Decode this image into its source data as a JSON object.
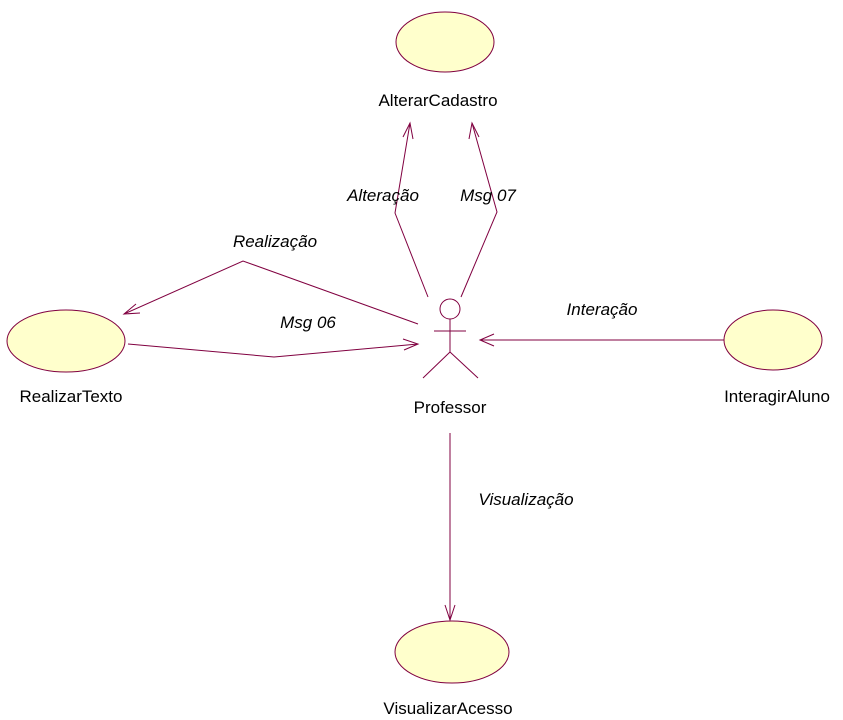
{
  "diagram": {
    "colors": {
      "line": "#800040",
      "usecase_fill": "#ffffcc",
      "text": "#000000",
      "background": "#ffffff"
    },
    "actor": {
      "name": "Professor",
      "icon": "stick-figure-icon"
    },
    "use_cases": {
      "alterar_cadastro": "AlterarCadastro",
      "realizar_texto": "RealizarTexto",
      "interagir_aluno": "InteragirAluno",
      "visualizar_acesso": "VisualizarAcesso"
    },
    "messages": {
      "alteracao": "Alteração",
      "msg07": "Msg 07",
      "realizacao": "Realização",
      "msg06": "Msg 06",
      "interacao": "Interação",
      "visualizacao": "Visualização"
    }
  }
}
